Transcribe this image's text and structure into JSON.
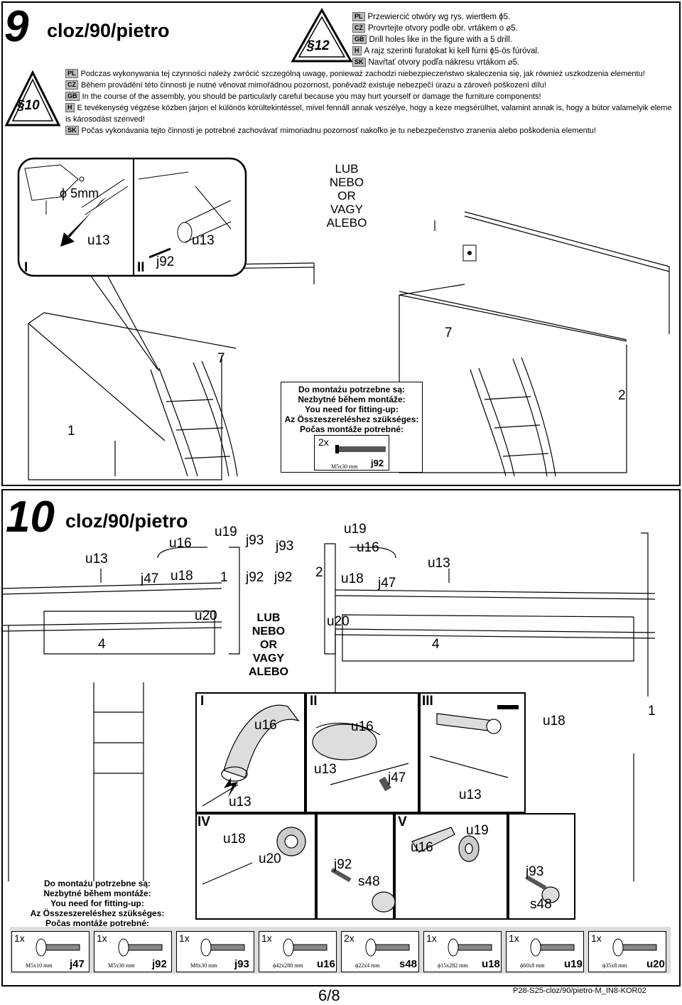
{
  "step9": {
    "number": "9",
    "title": "cloz/90/pietro",
    "badge_top": "§12",
    "badge_side": "§10",
    "drill_lines": [
      {
        "lang": "PL",
        "text": "Przewiercić otwóry wg rys. wiertłem ϕ5."
      },
      {
        "lang": "CZ",
        "text": "Provrtejte otvory podle obr. vrtákem o ⌀5."
      },
      {
        "lang": "GB",
        "text": "Drill holes like in the figure with a 5 drill."
      },
      {
        "lang": "H",
        "text": "A rajz szerinti furatokat ki kell fúrni ϕ5-ös fúróval."
      },
      {
        "lang": "SK",
        "text": "Navŕtať otvory podľa nákresu vrtákom ⌀5."
      }
    ],
    "warning_lines": [
      {
        "lang": "PL",
        "text": "Podczas wykonywania tej czynności należy zwrócić szczególną uwagę, ponieważ zachodzi niebezpieczeństwo skaleczenia się, jak również uszkodzenia elementu!"
      },
      {
        "lang": "CZ",
        "text": "Během provádění této činnosti je nutné věnovat mimořádnou pozornost, poněvadž existuje nebezpečí úrazu a zároveň poškození dílu!"
      },
      {
        "lang": "GB",
        "text": "In the course of the assembly, you should be particularly careful because you may hurt yourself or damage the furniture components!"
      },
      {
        "lang": "H",
        "text": "E tevékenység végzése közben járjon el különös körültekintéssel, mivel fennáll annak veszélye, hogy a keze megsérülhet, valamint annak is, hogy a bútor valamelyik eleme is károsodást szenved!"
      },
      {
        "lang": "SK",
        "text": "Počas vykonávania tejto činnosti je potrebné zachovávať mimoriadnu pozornosť nakoľko je tu nebezpečenstvo zranenia alebo poškodenia elementu!"
      }
    ],
    "detail_labels": {
      "drill_size": "ϕ 5mm",
      "u13_a": "u13",
      "u13_b": "u13",
      "j92": "j92",
      "roman_1": "I",
      "roman_2": "II"
    },
    "or_text": [
      "LUB",
      "NEBO",
      "OR",
      "VAGY",
      "ALEBO"
    ],
    "part_labels": {
      "left_side": "1",
      "right_side": "2",
      "rail_left": "7",
      "rail_right": "7"
    },
    "requirements": {
      "lines": [
        "Do montażu potrzebne są:",
        "Nezbytné během montáže:",
        "You need for fitting-up:",
        "Az Összeszereléshez szükséges:",
        "Počas montáže potrebné:"
      ],
      "qty": "2x",
      "size": "M5x30 mm",
      "code": "j92"
    }
  },
  "step10": {
    "number": "10",
    "title": "cloz/90/pietro",
    "labels": {
      "u13_l": "u13",
      "u16_l": "u16",
      "u19_l": "u19",
      "j93_l": "j93",
      "j93_r": "j93",
      "u19_r": "u19",
      "u16_r": "u16",
      "u13_r": "u13",
      "j47_l": "j47",
      "u18_l": "u18",
      "one": "1",
      "j92_l": "j92",
      "j92_r": "j92",
      "two": "2",
      "u18_r": "u18",
      "j47_r": "j47",
      "u20_l": "u20",
      "u20_r": "u20",
      "four_l": "4",
      "four_r": "4",
      "one_r": "1"
    },
    "or_text": [
      "LUB",
      "NEBO",
      "OR",
      "VAGY",
      "ALEBO"
    ],
    "details": {
      "d1": {
        "roman": "I",
        "labels": [
          "u16",
          "u13"
        ]
      },
      "d2": {
        "roman": "II",
        "labels": [
          "u16",
          "u13",
          "j47"
        ]
      },
      "d3": {
        "roman": "III",
        "labels": [
          "u18",
          "u13"
        ]
      },
      "d4": {
        "roman": "IV",
        "labels": [
          "u18",
          "u20"
        ]
      },
      "d5": {
        "labels": [
          "j92",
          "s48"
        ]
      },
      "d6": {
        "roman": "V",
        "labels": [
          "u16",
          "u19"
        ]
      },
      "d7": {
        "labels": [
          "j93",
          "s48"
        ]
      }
    },
    "requirements": [
      "Do montażu potrzebne są:",
      "Nezbytné během montáže:",
      "You need for fitting-up:",
      "Az Összeszereléshez szükséges:",
      "Počas montáže potrebné:"
    ],
    "parts": [
      {
        "qty": "1x",
        "size": "M5x10 mm",
        "code": "j47"
      },
      {
        "qty": "1x",
        "size": "M5x30 mm",
        "code": "j92"
      },
      {
        "qty": "1x",
        "size": "M8x30 mm",
        "code": "j93"
      },
      {
        "qty": "1x",
        "size": "ϕ42x288 mm",
        "code": "u16"
      },
      {
        "qty": "2x",
        "size": "ϕ22x4 mm",
        "code": "s48"
      },
      {
        "qty": "1x",
        "size": "ϕ15x282 mm",
        "code": "u18"
      },
      {
        "qty": "1x",
        "size": "ϕ60x8 mm",
        "code": "u19"
      },
      {
        "qty": "1x",
        "size": "ϕ35x8 mm",
        "code": "u20"
      }
    ]
  },
  "footer": {
    "page": "6/8",
    "doc_code": "P28-S25-cloz/90/pietro-M_IN8-KOR02"
  }
}
